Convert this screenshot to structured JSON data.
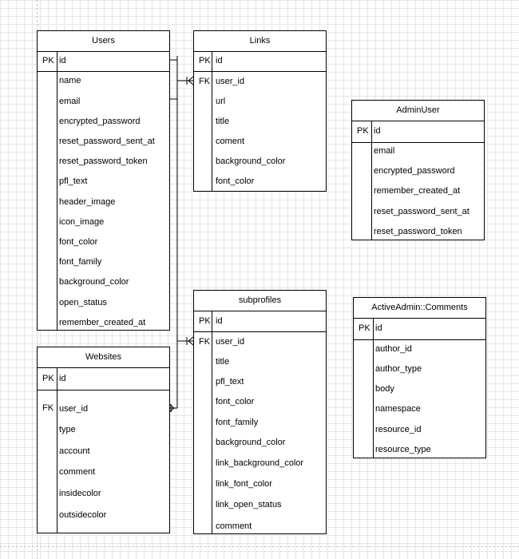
{
  "entities": {
    "users": {
      "name": "Users",
      "pk_label": "PK",
      "pk_field": "id",
      "fields": [
        "name",
        "email",
        "encrypted_password",
        "reset_password_sent_at",
        "reset_password_token",
        "pfl_text",
        "header_image",
        "icon_image",
        "font_color",
        "font_family",
        "background_color",
        "open_status",
        "remember_created_at"
      ]
    },
    "links": {
      "name": "Links",
      "pk_label": "PK",
      "pk_field": "id",
      "fk_label": "FK",
      "fk_field": "user_id",
      "fields": [
        "url",
        "title",
        "coment",
        "background_color",
        "font_color"
      ]
    },
    "admin_user": {
      "name": "AdminUser",
      "pk_label": "PK",
      "pk_field": "id",
      "fields": [
        "email",
        "encrypted_password",
        "remember_created_at",
        "reset_password_sent_at",
        "reset_password_token"
      ]
    },
    "subprofiles": {
      "name": "subprofiles",
      "pk_label": "PK",
      "pk_field": "id",
      "fk_label": "FK",
      "fk_field": "user_id",
      "fields": [
        "title",
        "pfl_text",
        "font_color",
        "font_family",
        "background_color",
        "link_background_color",
        "link_font_color",
        "link_open_status",
        "comment"
      ]
    },
    "active_admin_comments": {
      "name": "ActiveAdmin::Comments",
      "pk_label": "PK",
      "pk_field": "id",
      "fields": [
        "author_id",
        "author_type",
        "body",
        "namespace",
        "resource_id",
        "resource_type"
      ]
    },
    "websites": {
      "name": "Websites",
      "pk_label": "PK",
      "pk_field": "id",
      "fk_label": "FK",
      "fk_field": "user_id",
      "fields": [
        "type",
        "account",
        "comment",
        "insidecolor",
        "outsidecolor"
      ]
    }
  },
  "relationships": [
    {
      "from": "Users.id",
      "to": "Links.user_id"
    },
    {
      "from": "Users.id",
      "to": "subprofiles.user_id"
    },
    {
      "from": "Users.id",
      "to": "Websites.user_id"
    }
  ]
}
